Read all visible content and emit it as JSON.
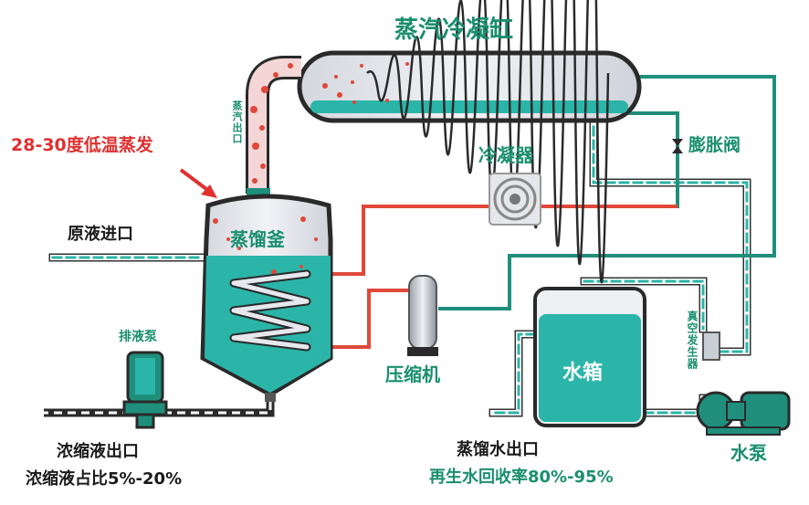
{
  "labels": {
    "condenser_cylinder": "蒸汽冷凝缸",
    "steam_outlet": "蒸汽出口",
    "low_temp_evap": "28-30度低温蒸发",
    "expansion_valve": "膨胀阀",
    "condenser": "冷凝器",
    "raw_liquid_inlet": "原液进口",
    "distill_kettle": "蒸馏釜",
    "discharge_pump": "排液泵",
    "compressor": "压缩机",
    "water_tank": "水箱",
    "vacuum_generator": "真空发生器",
    "water_pump": "水泵",
    "conc_outlet": "浓缩液出口",
    "conc_ratio": "浓缩液占比5%-20%",
    "distilled_outlet": "蒸馏水出口",
    "recycle_rate": "再生水回收率80%-95%"
  },
  "colors": {
    "teal": "#1a8f6e",
    "water": "#2bb5a8",
    "hot_pipe": "#e0483a",
    "cold_pipe": "#1f8f7c",
    "vessel": "#e4e6ec",
    "outline": "#2a2a2a"
  }
}
